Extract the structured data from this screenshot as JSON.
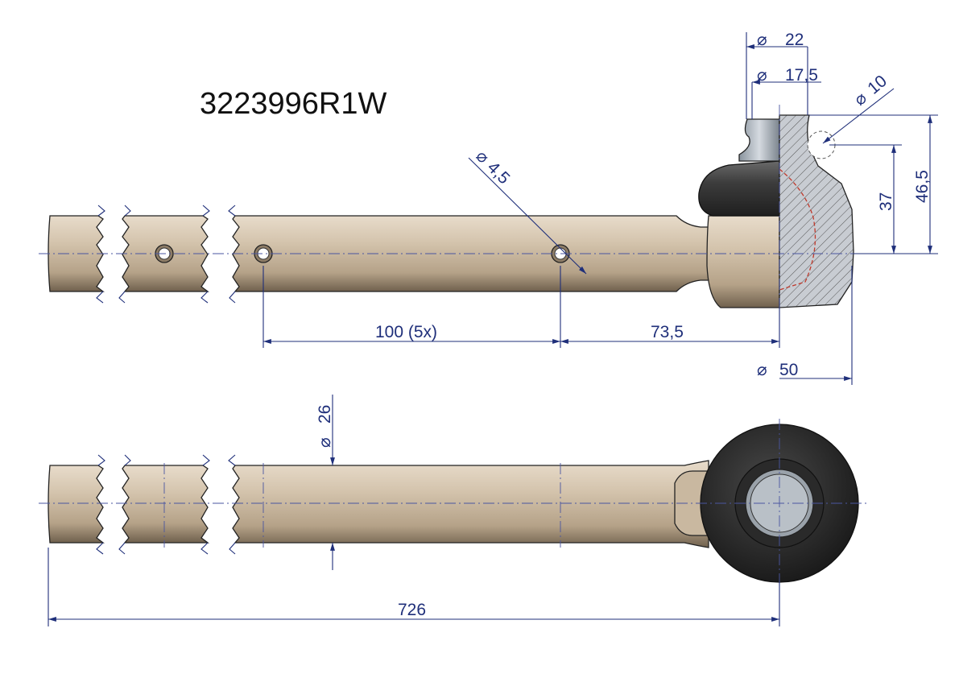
{
  "part_number": "3223996R1W",
  "dimensions": {
    "d22": "22",
    "d17_5": "17,5",
    "d10": "10",
    "d4_5": "4,5",
    "h46_5": "46,5",
    "h37": "37",
    "pitch": "100  (5x)",
    "offset": "73,5",
    "d50": "50",
    "d26": "26",
    "total_length": "726"
  },
  "symbols": {
    "diameter": "⌀"
  },
  "colors": {
    "rod": "#c9b8a0",
    "rod_dark": "#8d7c66",
    "rubber": "#3a3a3a",
    "steel": "#a8b0b8",
    "dimension": "#1f2f7a"
  }
}
